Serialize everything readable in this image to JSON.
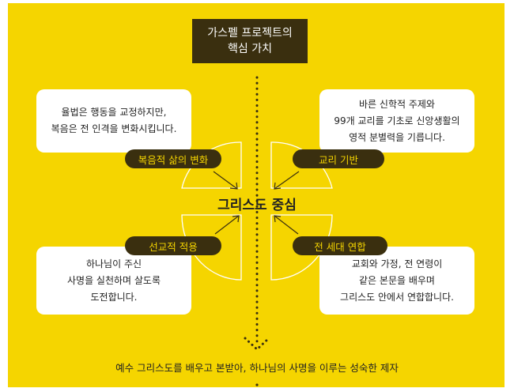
{
  "title": [
    "가스펠 프로젝트의",
    "핵심 가치"
  ],
  "center": "그리스도 중심",
  "quadrants": {
    "top_left": {
      "tag": "복음적 삶의 변화",
      "lines": [
        "율법은 행동을 교정하지만,",
        "복음은 전 인격을 변화시킵니다."
      ]
    },
    "top_right": {
      "tag": "교리 기반",
      "lines": [
        "바른 신학적 주제와",
        "99개 교리를 기초로 신앙생활의",
        "영적 분별력을 기릅니다."
      ]
    },
    "bottom_left": {
      "tag": "선교적 적용",
      "lines": [
        "하나님이 주신",
        "사명을 실천하며 살도록",
        "도전합니다."
      ]
    },
    "bottom_right": {
      "tag": "전 세대 연합",
      "lines": [
        "교회와 가정, 전 연령이",
        "같은 본문을 배우며",
        "그리스도 안에서 연합합니다."
      ]
    }
  },
  "footer": "예수 그리스도를 배우고 본받아, 하나님의 사명을 이루는 성숙한 제자",
  "colors": {
    "background": "#f5d500",
    "dark": "#3a2f0f",
    "card": "#ffffff"
  }
}
